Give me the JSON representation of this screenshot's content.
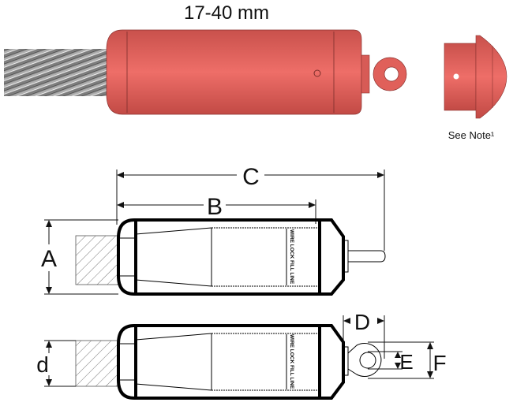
{
  "title": "17-40 mm",
  "note": "See Note¹",
  "fill_line_text": "WIRE LOCK FILL LINE",
  "dimensions": {
    "A": "A",
    "B": "B",
    "C": "C",
    "D": "D",
    "E": "E",
    "F": "F",
    "d": "d"
  },
  "colors": {
    "socket": "#e8655f",
    "socket_dark": "#c94a45",
    "cable": "#8a8a8a"
  }
}
